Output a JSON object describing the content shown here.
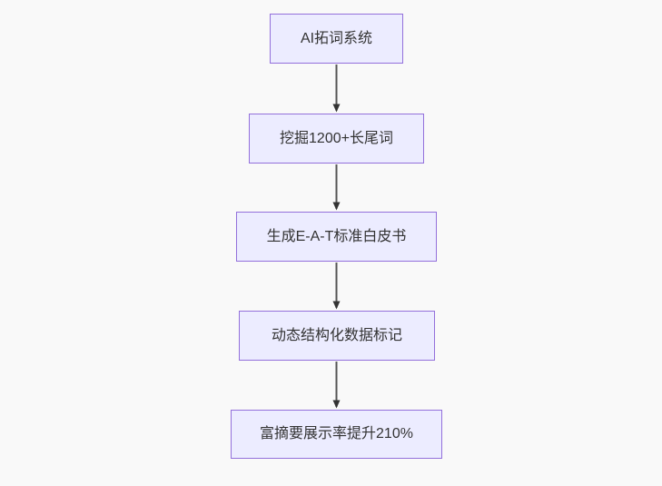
{
  "page": {
    "background_color": "#f9f9f9"
  },
  "flowchart": {
    "type": "flowchart",
    "direction": "top-down",
    "node_style": {
      "fill_color": "#ECECFF",
      "border_color": "#9370DB",
      "text_color": "#333333"
    },
    "edge_style": {
      "line_color": "#555555",
      "arrowhead_color": "#333333"
    },
    "nodes": [
      {
        "label": "AI拓词系统"
      },
      {
        "label": "挖掘1200+长尾词"
      },
      {
        "label": "生成E-A-T标准白皮书"
      },
      {
        "label": "动态结构化数据标记"
      },
      {
        "label": "富摘要展示率提升210%"
      }
    ],
    "edges": [
      {
        "from": 0,
        "to": 1
      },
      {
        "from": 1,
        "to": 2
      },
      {
        "from": 2,
        "to": 3
      },
      {
        "from": 3,
        "to": 4
      }
    ]
  }
}
